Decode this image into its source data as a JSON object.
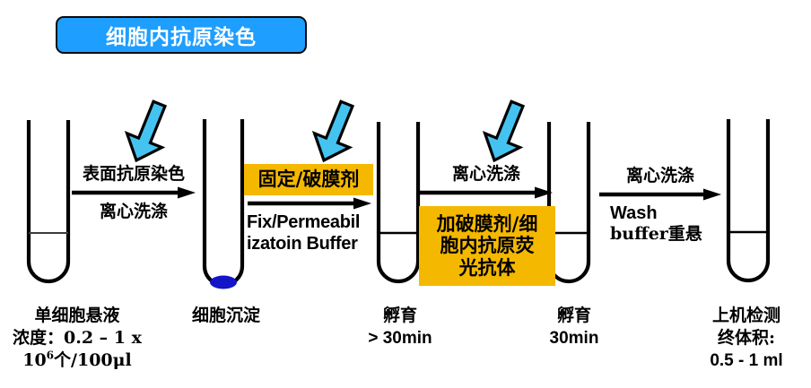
{
  "title": {
    "label": "细胞内抗原染色"
  },
  "colors": {
    "banner_fill": "#1e9eff",
    "banner_border": "#0a0a0a",
    "arrow_cyan": "#45c3f0",
    "highlight_orange": "#f5b800",
    "pellet_blue": "#1414c8",
    "outline_black": "#000000"
  },
  "steps": [
    {
      "id": "step-1",
      "top_label": "表面抗原染色",
      "bottom_label": "离心洗涤",
      "highlight": null,
      "has_down_arrow": true
    },
    {
      "id": "step-2",
      "top_label": "固定/破膜剂",
      "bottom_label": "Fix/Permeabil\nizatoin Buffer",
      "bottom_lines": [
        "Fix/Permeabil",
        "izatoin Buffer"
      ],
      "highlight": "固定/破膜剂",
      "has_down_arrow": true
    },
    {
      "id": "step-3",
      "top_label": "离心洗涤",
      "bottom_lines": [
        "加破膜剂/细",
        "胞内抗原荧",
        "光抗体"
      ],
      "highlight": "加破膜剂/细 胞内抗原荧 光抗体",
      "has_down_arrow": true
    },
    {
      "id": "step-4",
      "top_label": "离心洗涤",
      "bottom_lines": [
        "Wash",
        "buffer重悬"
      ],
      "highlight": null,
      "has_down_arrow": false
    }
  ],
  "tubes": [
    {
      "id": "tube-1",
      "has_pellet": false,
      "liquid_line": true
    },
    {
      "id": "tube-2",
      "has_pellet": true,
      "liquid_line": false
    },
    {
      "id": "tube-3",
      "has_pellet": false,
      "liquid_line": true
    },
    {
      "id": "tube-4",
      "has_pellet": false,
      "liquid_line": true
    },
    {
      "id": "tube-5",
      "has_pellet": false,
      "liquid_line": true
    }
  ],
  "captions": [
    {
      "id": "caption-1",
      "lines": [
        "单细胞悬液",
        "浓度：0.2 – 1 x",
        "10⁶个/100μl"
      ],
      "line1": "单细胞悬液",
      "line2": "浓度：0.2 – 1 x",
      "line3_prefix": "10",
      "line3_sup": "6",
      "line3_suffix": "个/100μl"
    },
    {
      "id": "caption-2",
      "line1": "细胞沉淀"
    },
    {
      "id": "caption-3",
      "line1": "孵育",
      "line2": "> 30min"
    },
    {
      "id": "caption-4",
      "line1": "孵育",
      "line2": "30min"
    },
    {
      "id": "caption-5",
      "line1": "上机检测",
      "line2": "终体积:",
      "line3": "0.5 - 1 ml"
    }
  ]
}
